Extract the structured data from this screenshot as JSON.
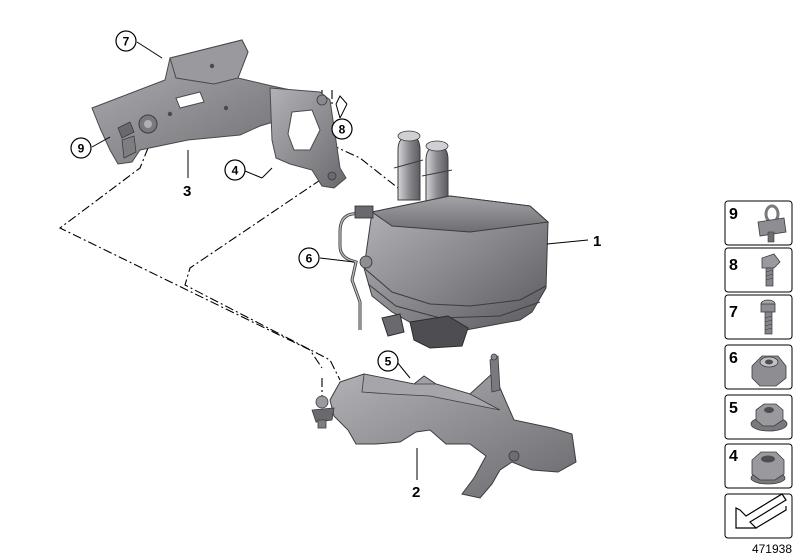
{
  "diagram": {
    "callouts": [
      {
        "id": "c7",
        "text": "7"
      },
      {
        "id": "c8",
        "text": "8"
      },
      {
        "id": "c9",
        "text": "9"
      },
      {
        "id": "c4",
        "text": "4"
      },
      {
        "id": "c6",
        "text": "6"
      },
      {
        "id": "c5",
        "text": "5"
      }
    ],
    "part_labels": [
      {
        "id": "p1",
        "text": "1"
      },
      {
        "id": "p2",
        "text": "2"
      },
      {
        "id": "p3",
        "text": "3"
      }
    ],
    "legend": [
      {
        "num": "9",
        "icon": "bracket-clip-icon"
      },
      {
        "num": "8",
        "icon": "hex-bolt-icon"
      },
      {
        "num": "7",
        "icon": "torx-screw-icon"
      },
      {
        "num": "6",
        "icon": "hex-nut-icon"
      },
      {
        "num": "5",
        "icon": "flange-nut-icon"
      },
      {
        "num": "4",
        "icon": "collar-nut-icon"
      }
    ],
    "reference_number": "471938",
    "colors": {
      "part_fill": "#8f8f93",
      "part_dark": "#5e5e62",
      "part_light": "#c4c4c8",
      "line": "#000000"
    }
  }
}
